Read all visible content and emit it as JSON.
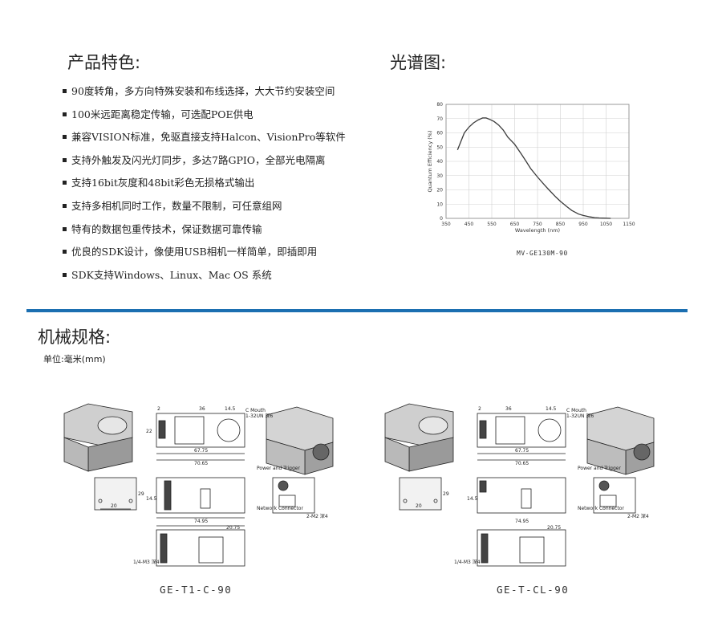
{
  "features": {
    "title": "产品特色:",
    "items": [
      "90度转角，多方向特殊安装和布线选择，大大节约安装空间",
      "100米远距离稳定传输，可选配POE供电",
      "兼容VISION标准，免驱直接支持Halcon、VisionPro等软件",
      "支持外触发及闪光灯同步，多达7路GPIO，全部光电隔离",
      "支持16bit灰度和48bit彩色无损格式输出",
      "支持多相机同时工作，数量不限制，可任意组网",
      "特有的数据包重传技术，保证数据可靠传输",
      "优良的SDK设计，像使用USB相机一样简单，即插即用",
      "SDK支持Windows、Linux、Mac OS 系统"
    ]
  },
  "spectrum": {
    "title": "光谱图:",
    "caption": "MV-GE130M-90"
  },
  "chart_data": {
    "type": "line",
    "xlabel": "Wavelength (nm)",
    "ylabel": "Quantum Efficiency (%)",
    "xlim": [
      350,
      1150
    ],
    "ylim": [
      0,
      80
    ],
    "x_ticks": [
      "350",
      "450",
      "550",
      "650",
      "750",
      "850",
      "950",
      "1050",
      "1150"
    ],
    "y_ticks": [
      "0",
      "10",
      "20",
      "30",
      "40",
      "50",
      "60",
      "70",
      "80"
    ],
    "grid": true,
    "series": [
      {
        "x": [
          400,
          410,
          430,
          450,
          470,
          490,
          510,
          525,
          540,
          560,
          580,
          600,
          620,
          650,
          680,
          700,
          720,
          750,
          780,
          800,
          830,
          850,
          880,
          900,
          930,
          950,
          980,
          1000,
          1020,
          1050,
          1070
        ],
        "y": [
          48,
          52,
          60,
          64,
          67,
          69,
          70.5,
          70.5,
          69.5,
          68,
          65.5,
          62,
          57,
          52,
          45,
          40,
          35,
          29,
          23.5,
          20,
          15,
          12,
          8,
          5.5,
          3,
          2,
          1,
          0.5,
          0.3,
          0.1,
          0
        ]
      }
    ]
  },
  "mechanical": {
    "title": "机械规格:",
    "unit": "单位:毫米(mm)",
    "left_caption": "GE-T1-C-90",
    "right_caption": "GE-T-CL-90",
    "dims": {
      "d36": "36",
      "d14_5": "14.5",
      "c_mouth": "C Mouth",
      "c_thread": "1-32UN 深6",
      "d22": "22",
      "d2": "2",
      "d67_75": "67.75",
      "d70_65": "70.65",
      "d29": "29",
      "d20": "20",
      "d14_5b": "14.5",
      "d74_95": "74.95",
      "d20_75": "20.75",
      "m3": "1/4-M3 深4",
      "power": "Power and Trigger",
      "network": "Network Connector",
      "m2": "2-M2 深4"
    }
  }
}
